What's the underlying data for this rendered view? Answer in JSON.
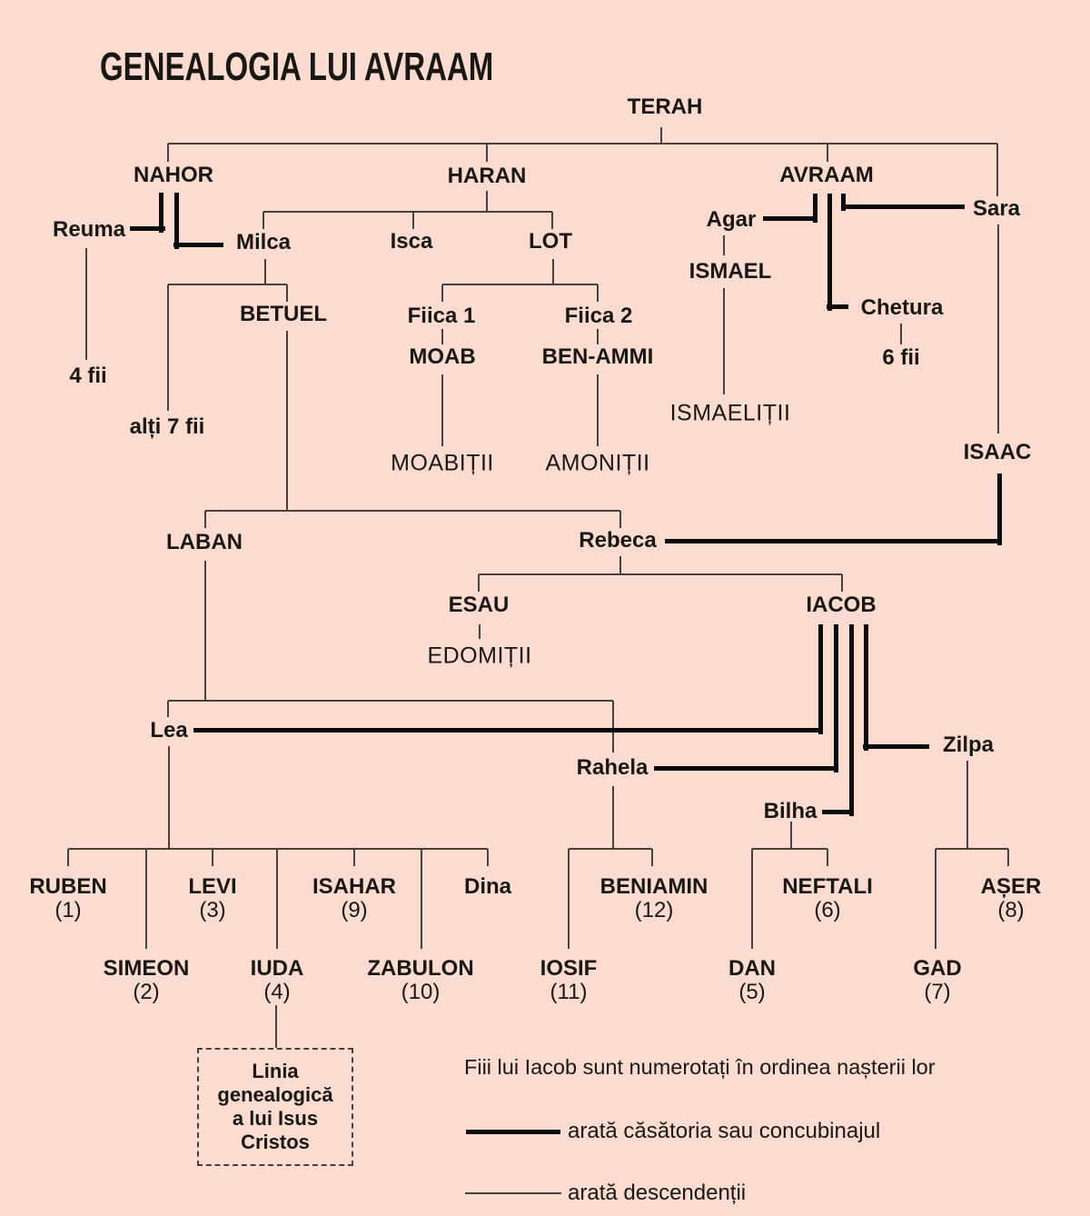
{
  "title": "GENEALOGIA LUI AVRAAM",
  "colors": {
    "background": "#fcdcd0",
    "line_thin": "#4a403a",
    "line_thick": "#0c0b0a",
    "text": "#1a1612"
  },
  "people": [
    {
      "id": "terah",
      "label": "TERAH",
      "style": "name"
    },
    {
      "id": "nahor",
      "label": "NAHOR",
      "style": "name"
    },
    {
      "id": "haran",
      "label": "HARAN",
      "style": "name"
    },
    {
      "id": "avraam",
      "label": "AVRAAM",
      "style": "name"
    },
    {
      "id": "reuma",
      "label": "Reuma",
      "style": "name"
    },
    {
      "id": "milca",
      "label": "Milca",
      "style": "name"
    },
    {
      "id": "isca",
      "label": "Isca",
      "style": "name"
    },
    {
      "id": "lot",
      "label": "LOT",
      "style": "name"
    },
    {
      "id": "agar",
      "label": "Agar",
      "style": "name"
    },
    {
      "id": "sara",
      "label": "Sara",
      "style": "name"
    },
    {
      "id": "ismael",
      "label": "ISMAEL",
      "style": "name"
    },
    {
      "id": "chetura",
      "label": "Chetura",
      "style": "name"
    },
    {
      "id": "fii4",
      "label": "4 fii",
      "style": "name"
    },
    {
      "id": "alti7",
      "label": "alți 7 fii",
      "style": "name"
    },
    {
      "id": "fii6",
      "label": "6 fii",
      "style": "name"
    },
    {
      "id": "betuel",
      "label": "BETUEL",
      "style": "name"
    },
    {
      "id": "fiica1",
      "label": "Fiica 1",
      "style": "name"
    },
    {
      "id": "fiica2",
      "label": "Fiica 2",
      "style": "name"
    },
    {
      "id": "moab",
      "label": "MOAB",
      "style": "name"
    },
    {
      "id": "benammi",
      "label": "BEN-AMMI",
      "style": "name"
    },
    {
      "id": "moabitii",
      "label": "MOABIȚII",
      "style": "group"
    },
    {
      "id": "amonitii",
      "label": "AMONIȚII",
      "style": "group"
    },
    {
      "id": "ismaelitii",
      "label": "ISMAELIȚII",
      "style": "group"
    },
    {
      "id": "isaac",
      "label": "ISAAC",
      "style": "name"
    },
    {
      "id": "laban",
      "label": "LABAN",
      "style": "name"
    },
    {
      "id": "rebeca",
      "label": "Rebeca",
      "style": "name"
    },
    {
      "id": "esau",
      "label": "ESAU",
      "style": "name"
    },
    {
      "id": "iacob",
      "label": "IACOB",
      "style": "name"
    },
    {
      "id": "edomitii",
      "label": "EDOMIȚII",
      "style": "group"
    },
    {
      "id": "lea",
      "label": "Lea",
      "style": "name"
    },
    {
      "id": "rahela",
      "label": "Rahela",
      "style": "name"
    },
    {
      "id": "bilha",
      "label": "Bilha",
      "style": "name"
    },
    {
      "id": "zilpa",
      "label": "Zilpa",
      "style": "name"
    },
    {
      "id": "ruben",
      "label": "RUBEN",
      "number": "(1)",
      "style": "name"
    },
    {
      "id": "simeon",
      "label": "SIMEON",
      "number": "(2)",
      "style": "name"
    },
    {
      "id": "levi",
      "label": "LEVI",
      "number": "(3)",
      "style": "name"
    },
    {
      "id": "iuda",
      "label": "IUDA",
      "number": "(4)",
      "style": "name"
    },
    {
      "id": "dan",
      "label": "DAN",
      "number": "(5)",
      "style": "name"
    },
    {
      "id": "neftali",
      "label": "NEFTALI",
      "number": "(6)",
      "style": "name"
    },
    {
      "id": "gad",
      "label": "GAD",
      "number": "(7)",
      "style": "name"
    },
    {
      "id": "aser",
      "label": "AȘER",
      "number": "(8)",
      "style": "name"
    },
    {
      "id": "isahar",
      "label": "ISAHAR",
      "number": "(9)",
      "style": "name"
    },
    {
      "id": "zabulon",
      "label": "ZABULON",
      "number": "(10)",
      "style": "name"
    },
    {
      "id": "iosif",
      "label": "IOSIF",
      "number": "(11)",
      "style": "name"
    },
    {
      "id": "beniamin",
      "label": "BENIAMIN",
      "number": "(12)",
      "style": "name"
    },
    {
      "id": "dina",
      "label": "Dina",
      "style": "name"
    }
  ],
  "jesus_box": {
    "lines": [
      "Linia",
      "genealogică",
      "a lui Isus",
      "Cristos"
    ]
  },
  "legend": {
    "note": "Fiii lui Iacob sunt numerotați în ordinea nașterii lor",
    "items": [
      {
        "swatch": "thick",
        "label": "arată căsătoria sau concubinajul"
      },
      {
        "swatch": "thin",
        "label": "arată descendenții"
      }
    ]
  }
}
